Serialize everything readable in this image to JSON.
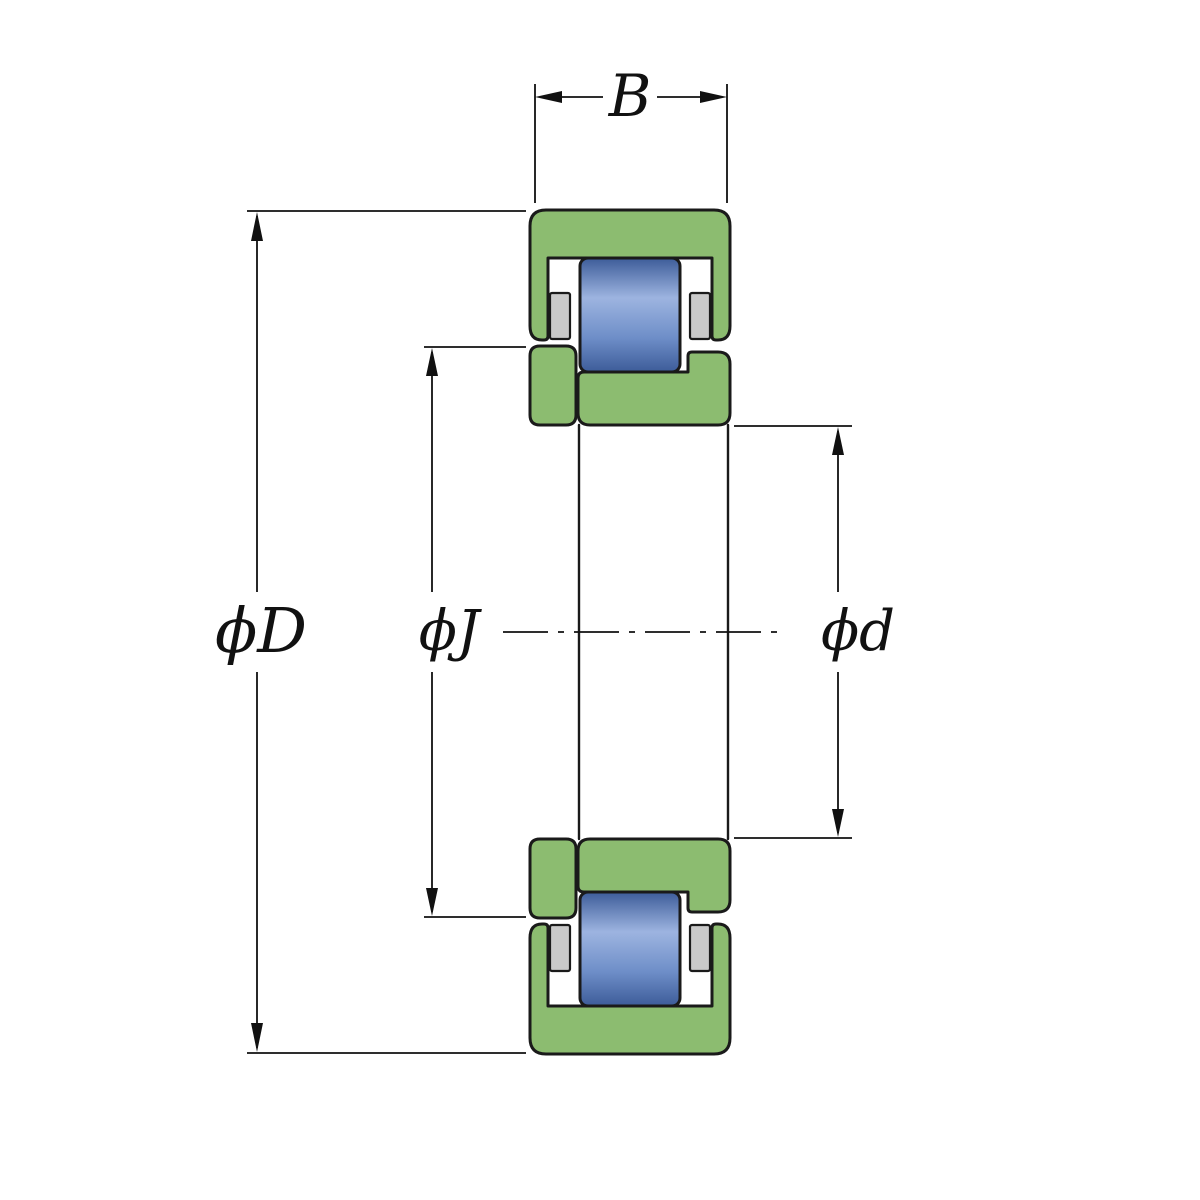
{
  "diagram": {
    "type": "cylindrical-roller-bearing-cross-section",
    "labels": {
      "width": "B",
      "outer_diameter": "ϕD",
      "rib_diameter": "ϕJ",
      "bore_diameter": "ϕd"
    },
    "colors": {
      "ring": "#8cbc70",
      "outline": "#1a1a1a",
      "roller_dark": "#3d5c99",
      "roller_mid": "#6e8ec8",
      "roller_light": "#9db4e0",
      "cage": "#c9c9c9",
      "dimension": "#111111",
      "background": "#ffffff"
    }
  }
}
